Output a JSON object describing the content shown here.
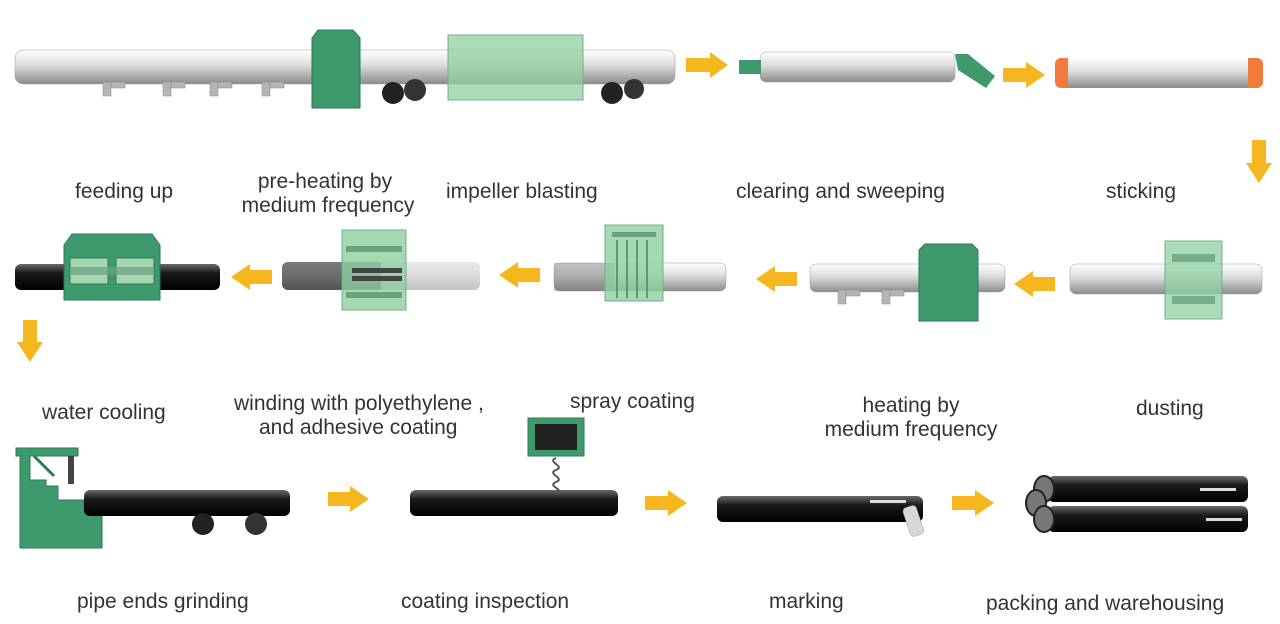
{
  "colors": {
    "arrow": "#F5B61E",
    "machine_green": "#3E9A6C",
    "machine_green_translucent": "#8FCF9F",
    "pipe_light": "#E4E4E4",
    "pipe_dark": "#1A1A1A",
    "pipe_end_orange": "#F07A3A",
    "text": "#333333"
  },
  "steps": {
    "feeding_up": "feeding up",
    "preheating": [
      "pre-heating by",
      "medium frequency"
    ],
    "impeller_blasting": "impeller blasting",
    "clearing_sweeping": "clearing and sweeping",
    "sticking": "sticking",
    "water_cooling": "water cooling",
    "winding": [
      "winding with polyethylene ,",
      "and adhesive coating"
    ],
    "spray_coating": "spray coating",
    "heating": [
      "heating by",
      "medium frequency"
    ],
    "dusting": "dusting",
    "pipe_ends_grinding": "pipe ends grinding",
    "coating_inspection": "coating inspection",
    "marking": "marking",
    "packing_warehousing": "packing and warehousing"
  }
}
